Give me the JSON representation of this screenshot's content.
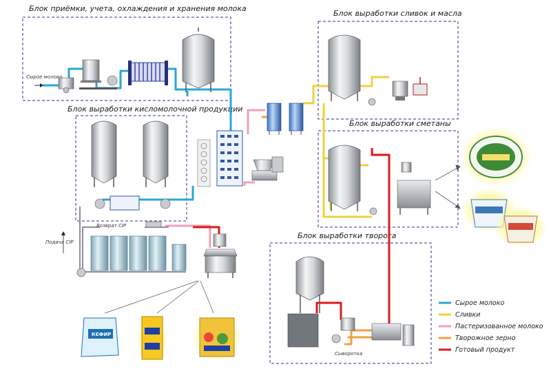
{
  "blocks": {
    "milk_reception": "Блок приёмки, учета, охлаждения и хранения молока",
    "cream_butter": "Блок выработки сливок и масла",
    "fermented": "Блок выработки кисломолочной продукции",
    "sour_cream": "Блок выработки сметаны",
    "cottage_cheese": "Блок выработки творога"
  },
  "labels": {
    "raw_milk_in": "Сырое молоко",
    "cip_return": "Возврат CIP",
    "cip_supply": "Подача CIP",
    "whey": "Сыворотка"
  },
  "legend": [
    {
      "label": "Сырое молоко",
      "color": "#29a6d9"
    },
    {
      "label": "Сливки",
      "color": "#f2d03a"
    },
    {
      "label": "Пастеризованное молоко",
      "color": "#f2a0b4"
    },
    {
      "label": "Творожное зерно",
      "color": "#f0a040"
    },
    {
      "label": "Готовый продукт",
      "color": "#e01818"
    }
  ]
}
